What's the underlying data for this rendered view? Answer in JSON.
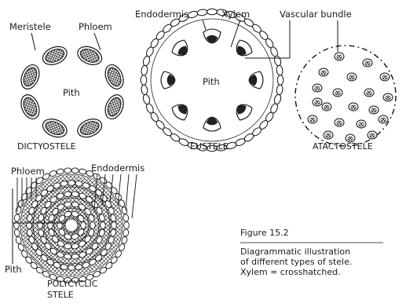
{
  "labels": {
    "meristele": "Meristele",
    "phloem_top": "Phloem",
    "endodermis_top": "Endodermis",
    "xylem": "Xylem",
    "vascular_bundle": "Vascular bundle",
    "pith_dictyo": "Pith",
    "pith_eu": "Pith",
    "dictyostele": "DICTYOSTELE",
    "eustele": "EUSTELE",
    "atactostele": "ATACTOSTELE",
    "phloem_bottom": "Phloem",
    "endodermis_bottom": "Endodermis",
    "pith_poly": "Pith",
    "polycyclic_line1": "POLYCYCLIC",
    "polycyclic_line2": "STELE"
  },
  "caption": {
    "title": "Figure 15.2",
    "line1": "Diagrammatic  illustration",
    "line2": "of different types of stele.",
    "line3": "Xylem = crosshatched."
  }
}
